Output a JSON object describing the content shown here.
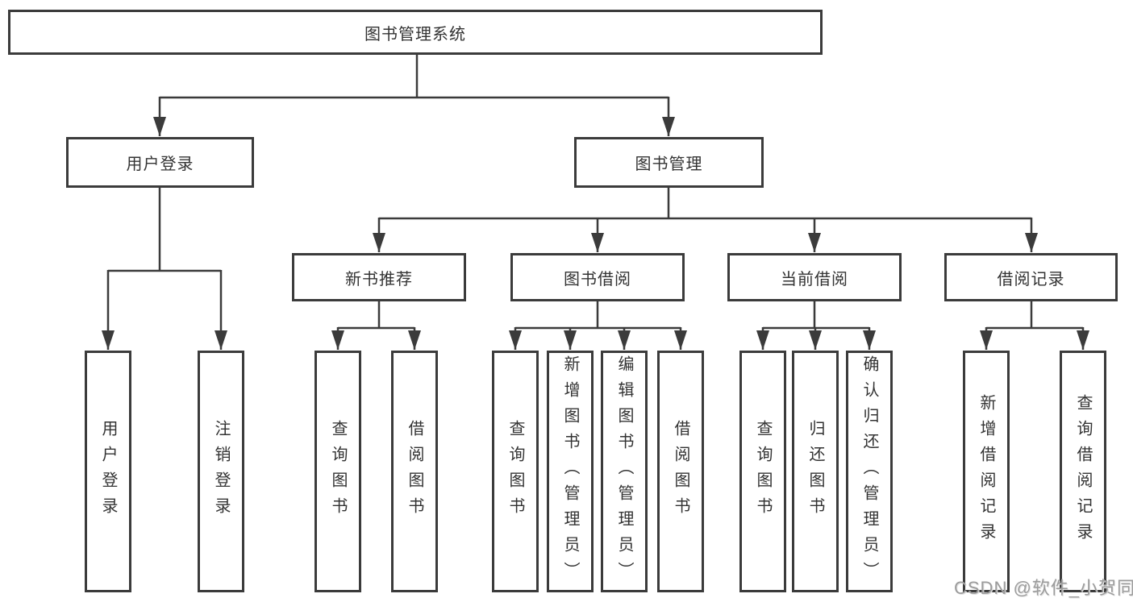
{
  "tree": {
    "label": "图书管理系统",
    "children": [
      {
        "label": "用户登录",
        "children": [
          {
            "label": "用户登录"
          },
          {
            "label": "注销登录"
          }
        ]
      },
      {
        "label": "图书管理",
        "children": [
          {
            "label": "新书推荐",
            "children": [
              {
                "label": "查询图书"
              },
              {
                "label": "借阅图书"
              }
            ]
          },
          {
            "label": "图书借阅",
            "children": [
              {
                "label": "查询图书"
              },
              {
                "label": "新增图书（管理员）"
              },
              {
                "label": "编辑图书（管理员）"
              },
              {
                "label": "借阅图书"
              }
            ]
          },
          {
            "label": "当前借阅",
            "children": [
              {
                "label": "查询图书"
              },
              {
                "label": "归还图书"
              },
              {
                "label": "确认归还（管理员）"
              }
            ]
          },
          {
            "label": "借阅记录",
            "children": [
              {
                "label": "新增借阅记录"
              },
              {
                "label": "查询借阅记录"
              }
            ]
          }
        ]
      }
    ]
  },
  "watermark": {
    "text": "CSDN @软件_小贺同学"
  },
  "colors": {
    "line": "#3b3b3b",
    "box_border": "#3b3b3b",
    "box_fill": "#ffffff",
    "text": "#333333",
    "watermark": "#9c9c9c",
    "background": "#ffffff"
  }
}
